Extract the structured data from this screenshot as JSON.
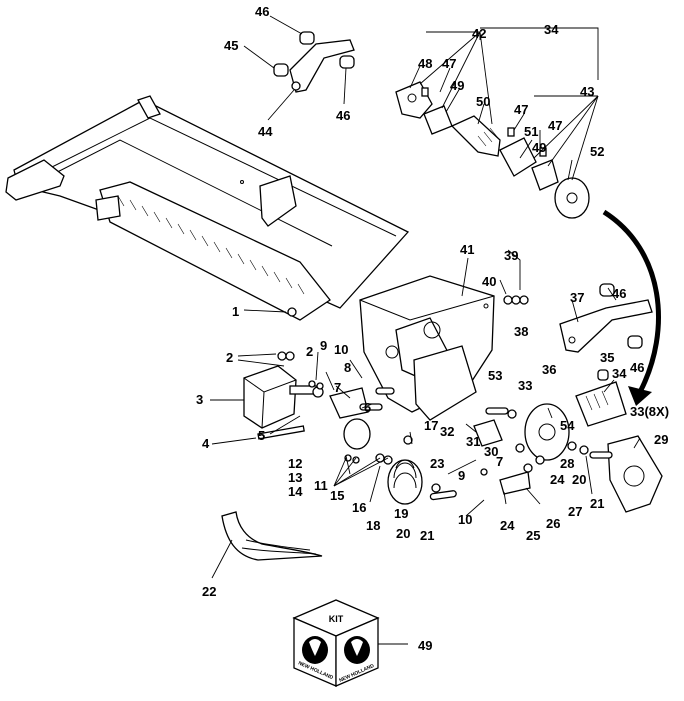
{
  "colors": {
    "ink": "#000000",
    "paper": "#ffffff"
  },
  "callouts": [
    "46",
    "45",
    "44",
    "46",
    "42",
    "34",
    "48",
    "47",
    "49",
    "50",
    "47",
    "43",
    "51",
    "47",
    "49",
    "52",
    "41",
    "39",
    "40",
    "37",
    "46",
    "1",
    "9",
    "10",
    "2",
    "2",
    "8",
    "3",
    "7",
    "5",
    "6",
    "4",
    "36",
    "38",
    "35",
    "46",
    "34",
    "53",
    "33",
    "33(8X)",
    "17",
    "32",
    "31",
    "23",
    "9",
    "30",
    "7",
    "54",
    "28",
    "29",
    "12",
    "13",
    "14",
    "11",
    "15",
    "16",
    "18",
    "19",
    "20",
    "21",
    "10",
    "24",
    "25",
    "26",
    "27",
    "24",
    "20",
    "21",
    "22",
    "49"
  ],
  "kit": {
    "label": "KIT",
    "brand": "NEW HOLLAND",
    "icons": [
      "new-holland-logo-icon",
      "new-holland-logo-icon"
    ]
  }
}
